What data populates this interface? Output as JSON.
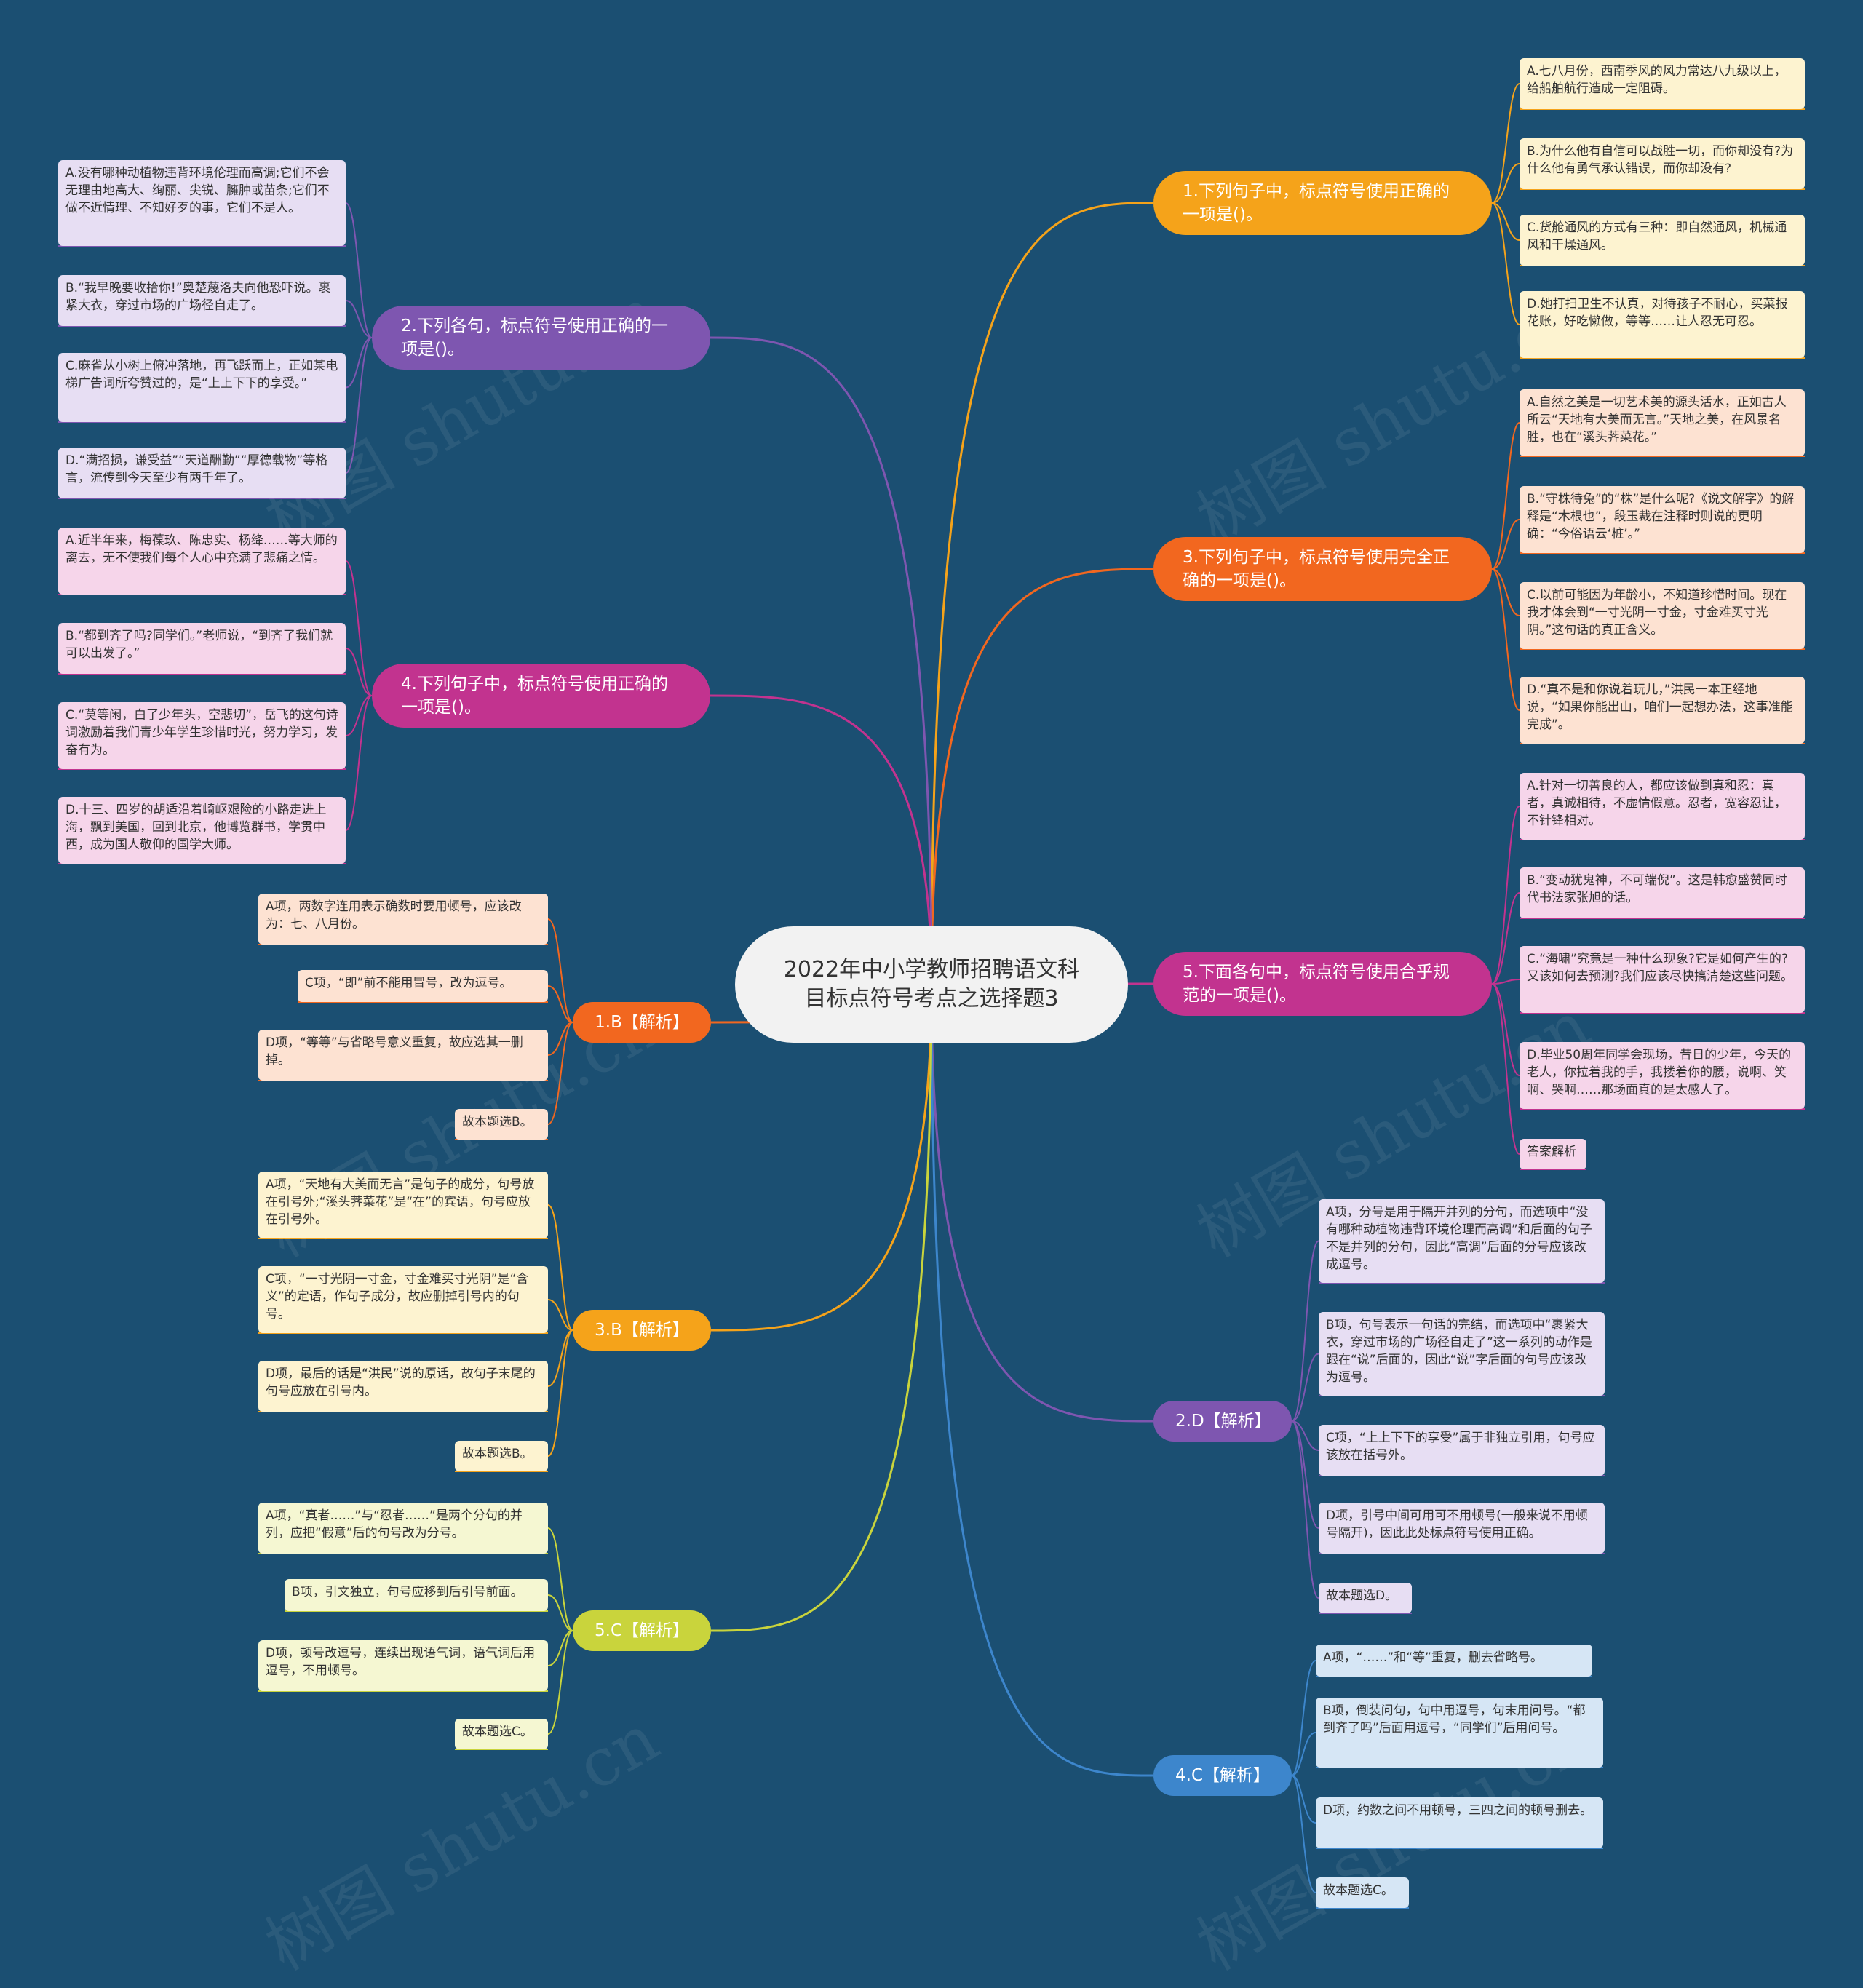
{
  "title": "2022年中小学教师招聘语文科目标点符号考点之选择题3",
  "watermark": "树图 shutu.cn",
  "branches": [
    {
      "id": "q1",
      "label": "1.下列句子中，标点符号使用正确的一项是()。",
      "color": "#f5a31a",
      "leaf_bg": "#fdf3d0",
      "leaves": [
        "A.七八月份，西南季风的风力常达八九级以上，给船舶航行造成一定阻碍。",
        "B.为什么他有自信可以战胜一切，而你却没有?为什么他有勇气承认错误，而你却没有?",
        "C.货舱通风的方式有三种：即自然通风，机械通风和干燥通风。",
        "D.她打扫卫生不认真，对待孩子不耐心，买菜报花账，好吃懒做，等等……让人忍无可忍。"
      ]
    },
    {
      "id": "q3",
      "label": "3.下列句子中，标点符号使用完全正确的一项是()。",
      "color": "#f2671f",
      "leaf_bg": "#fde2d2",
      "leaves": [
        "A.自然之美是一切艺术美的源头活水，正如古人所云“天地有大美而无言。”天地之美，在风景名胜，也在“溪头荠菜花。”",
        "B.“守株待兔”的“株”是什么呢?《说文解字》的解释是“木根也”，段玉裁在注释时则说的更明确：“今俗语云‘桩’。”",
        "C.以前可能因为年龄小，不知道珍惜时间。现在我才体会到“一寸光阴一寸金，寸金难买寸光阴。”这句话的真正含义。",
        "D.“真不是和你说着玩儿，”洪民一本正经地说，“如果你能出山，咱们一起想办法，这事准能完成”。"
      ]
    },
    {
      "id": "q5",
      "label": "5.下面各句中，标点符号使用合乎规范的一项是()。",
      "color": "#c2338f",
      "leaf_bg": "#f6d5ea",
      "leaves": [
        "A.针对一切善良的人，都应该做到真和忍：真者，真诚相待，不虚情假意。忍者，宽容忍让，不针锋相对。",
        "B.“变动犹鬼神，不可端倪”。这是韩愈盛赞同时代书法家张旭的话。",
        "C.“海啸”究竟是一种什么现象?它是如何产生的?又该如何去预测?我们应该尽快搞清楚这些问题。",
        "D.毕业50周年同学会现场，昔日的少年，今天的老人，你拉着我的手，我搂着你的腰，说啊、笑啊、哭啊……那场面真的是太感人了。",
        "答案解析"
      ]
    },
    {
      "id": "a2",
      "label": "2.D【解析】",
      "color": "#7e56b0",
      "leaf_bg": "#e7def3",
      "leaves": [
        "A项，分号是用于隔开并列的分句，而选项中“没有哪种动植物违背环境伦理而高调”和后面的句子不是并列的分句，因此“高调”后面的分号应该改成逗号。",
        "B项，句号表示一句话的完结，而选项中“裹紧大衣，穿过市场的广场径自走了”这一系列的动作是跟在“说”后面的，因此“说”字后面的句号应该改为逗号。",
        "C项，“上上下下的享受”属于非独立引用，句号应该放在括号外。",
        "D项，引号中间可用可不用顿号(一般来说不用顿号隔开)，因此此处标点符号使用正确。",
        "故本题选D。"
      ]
    },
    {
      "id": "a4",
      "label": "4.C【解析】",
      "color": "#3d86cc",
      "leaf_bg": "#d6e6f5",
      "leaves": [
        "A项，“……”和“等”重复，删去省略号。",
        "B项，倒装问句，句中用逗号，句末用问号。“都到齐了吗”后面用逗号，“同学们”后用问号。",
        "D项，约数之间不用顿号，三四之间的顿号删去。",
        "故本题选C。"
      ]
    },
    {
      "id": "q2",
      "label": "2.下列各句，标点符号使用正确的一项是()。",
      "color": "#7e56b0",
      "leaf_bg": "#e7def3",
      "leaves": [
        "A.没有哪种动植物违背环境伦理而高调;它们不会无理由地高大、绚丽、尖锐、臃肿或苗条;它们不做不近情理、不知好歹的事，它们不是人。",
        "B.“我早晚要收拾你!”奥楚蔑洛夫向他恐吓说。裹紧大衣，穿过市场的广场径自走了。",
        "C.麻雀从小树上俯冲落地，再飞跃而上，正如某电梯广告词所夸赞过的，是“上上下下的享受。”",
        "D.“满招损，谦受益”“天道酬勤”“厚德载物”等格言，流传到今天至少有两千年了。"
      ]
    },
    {
      "id": "q4",
      "label": "4.下列句子中，标点符号使用正确的一项是()。",
      "color": "#c2338f",
      "leaf_bg": "#f6d5ea",
      "leaves": [
        "A.近半年来，梅葆玖、陈忠实、杨绛……等大师的离去，无不使我们每个人心中充满了悲痛之情。",
        "B.“都到齐了吗?同学们。”老师说，“到齐了我们就可以出发了。”",
        "C.“莫等闲，白了少年头，空悲切”，岳飞的这句诗词激励着我们青少年学生珍惜时光，努力学习，发奋有为。",
        "D.十三、四岁的胡适沿着崎岖艰险的小路走进上海，飘到美国，回到北京，他博览群书，学贯中西，成为国人敬仰的国学大师。"
      ]
    },
    {
      "id": "a1",
      "label": "1.B【解析】",
      "color": "#f2671f",
      "leaf_bg": "#fde2d2",
      "leaves": [
        "A项，两数字连用表示确数时要用顿号，应该改为：七、八月份。",
        "C项，“即”前不能用冒号，改为逗号。",
        "D项，“等等”与省略号意义重复，故应选其一删掉。",
        "故本题选B。"
      ]
    },
    {
      "id": "a3",
      "label": "3.B【解析】",
      "color": "#f5a31a",
      "leaf_bg": "#fdf3d0",
      "leaves": [
        "A项，“天地有大美而无言”是句子的成分，句号放在引号外;“溪头荠菜花”是“在”的宾语，句号应放在引号外。",
        "C项，“一寸光阴一寸金，寸金难买寸光阴”是“含义”的定语，作句子成分，故应删掉引号内的句号。",
        "D项，最后的话是“洪民”说的原话，故句子末尾的句号应放在引号内。",
        "故本题选B。"
      ]
    },
    {
      "id": "a5",
      "label": "5.C【解析】",
      "color": "#c9d43c",
      "leaf_bg": "#f5f7d2",
      "leaves": [
        "A项，“真者……”与“忍者……”是两个分句的并列，应把“假意”后的句号改为分号。",
        "B项，引文独立，句号应移到后引号前面。",
        "D项，顿号改逗号，连续出现语气词，语气词后用逗号，不用顿号。",
        "故本题选C。"
      ]
    }
  ]
}
